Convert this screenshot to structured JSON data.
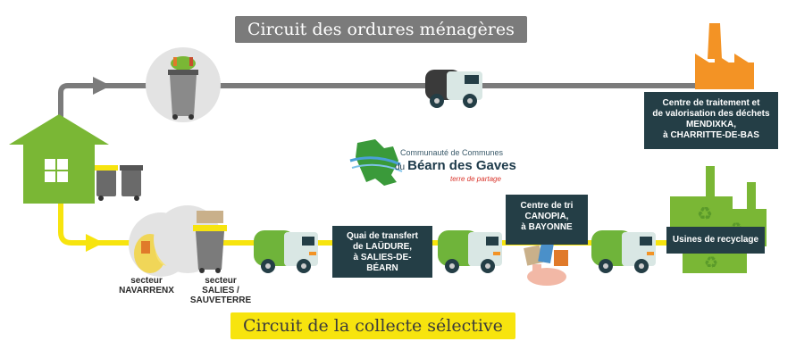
{
  "banners": {
    "top": "Circuit des ordures ménagères",
    "bottom": "Circuit de la collecte sélective"
  },
  "boxes": {
    "treatment": [
      "Centre de traitement et",
      "de valorisation des déchets",
      "MENDIXKA,",
      "à CHARRITTE-DE-BAS"
    ],
    "transfer": [
      "Quai de transfert",
      "de LAÜDURE,",
      "à SALIES-DE-BÉARN"
    ],
    "sorting": [
      "Centre de tri",
      "CANOPIA,",
      "à BAYONNE"
    ],
    "recycling": "Usines de recyclage"
  },
  "sectors": {
    "navarrenx": [
      "secteur",
      "NAVARRENX"
    ],
    "salies": [
      "secteur",
      "SALIES / SAUVETERRE"
    ]
  },
  "logo": {
    "line1": "Communauté de Communes",
    "prefix": "du",
    "name": "Béarn des Gaves",
    "tagline": "terre de partage"
  },
  "colors": {
    "grey_circuit": "#7b7b7b",
    "yellow_circuit": "#f7e40e",
    "house_green": "#7ab735",
    "truck_green": "#6fb43a",
    "factory_orange": "#f39325",
    "label_box": "#243e46"
  },
  "icons": [
    "house-icon",
    "bins-icon",
    "grey-bin-icon",
    "garbage-truck-icon",
    "factory-icon",
    "recycle-bags-icon",
    "yellow-bin-icon",
    "recycling-truck-icon",
    "sorting-center-icon",
    "recycling-plant-icon"
  ]
}
